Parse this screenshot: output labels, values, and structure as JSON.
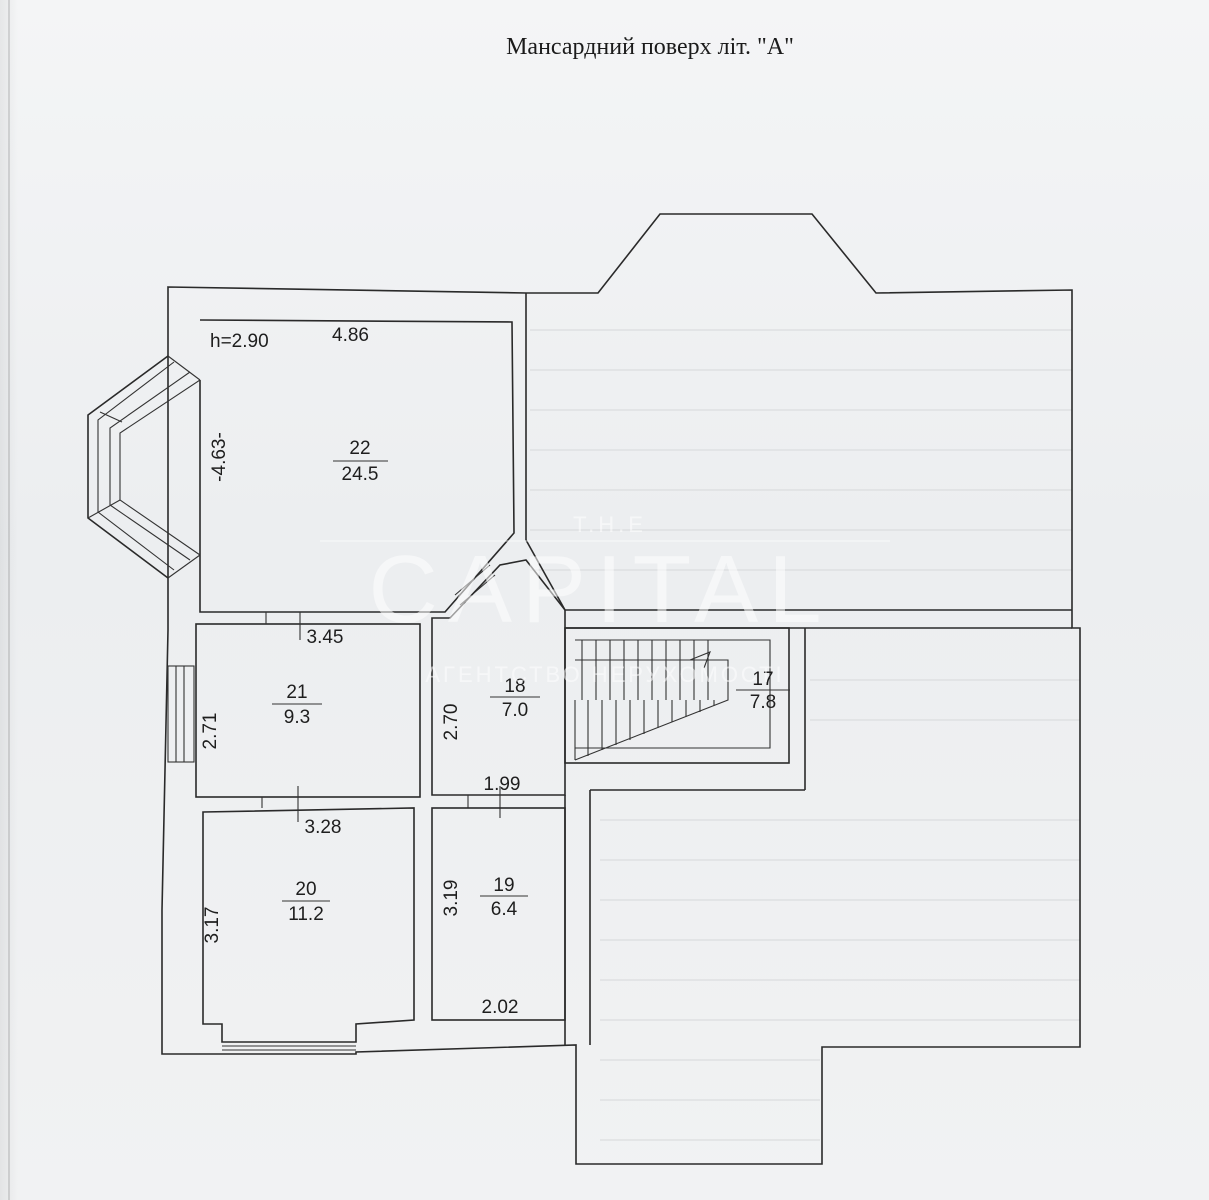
{
  "title": "Мансардний поверх літ. \"А\"",
  "watermark": {
    "top": "T.H.E",
    "main": "CAPITAL",
    "sub": "АГЕНТСТВО НЕРУХОМОСТІ"
  },
  "labels": {
    "height": "h=2.90",
    "r22_width": "4.86",
    "r22_depth": "-4.63-",
    "r22_num": "22",
    "r22_area": "24.5",
    "r21_width": "3.45",
    "r21_depth": "2.71",
    "r21_num": "21",
    "r21_area": "9.3",
    "r20_width": "3.28",
    "r20_depth": "3.17",
    "r20_num": "20",
    "r20_area": "11.2",
    "r18_depth": "2.70",
    "r18_num": "18",
    "r18_area": "7.0",
    "r19_width_top": "1.99",
    "r19_width_bottom": "2.02",
    "r19_depth": "3.19",
    "r19_num": "19",
    "r19_area": "6.4",
    "r17_num": "17",
    "r17_area": "7.8"
  }
}
